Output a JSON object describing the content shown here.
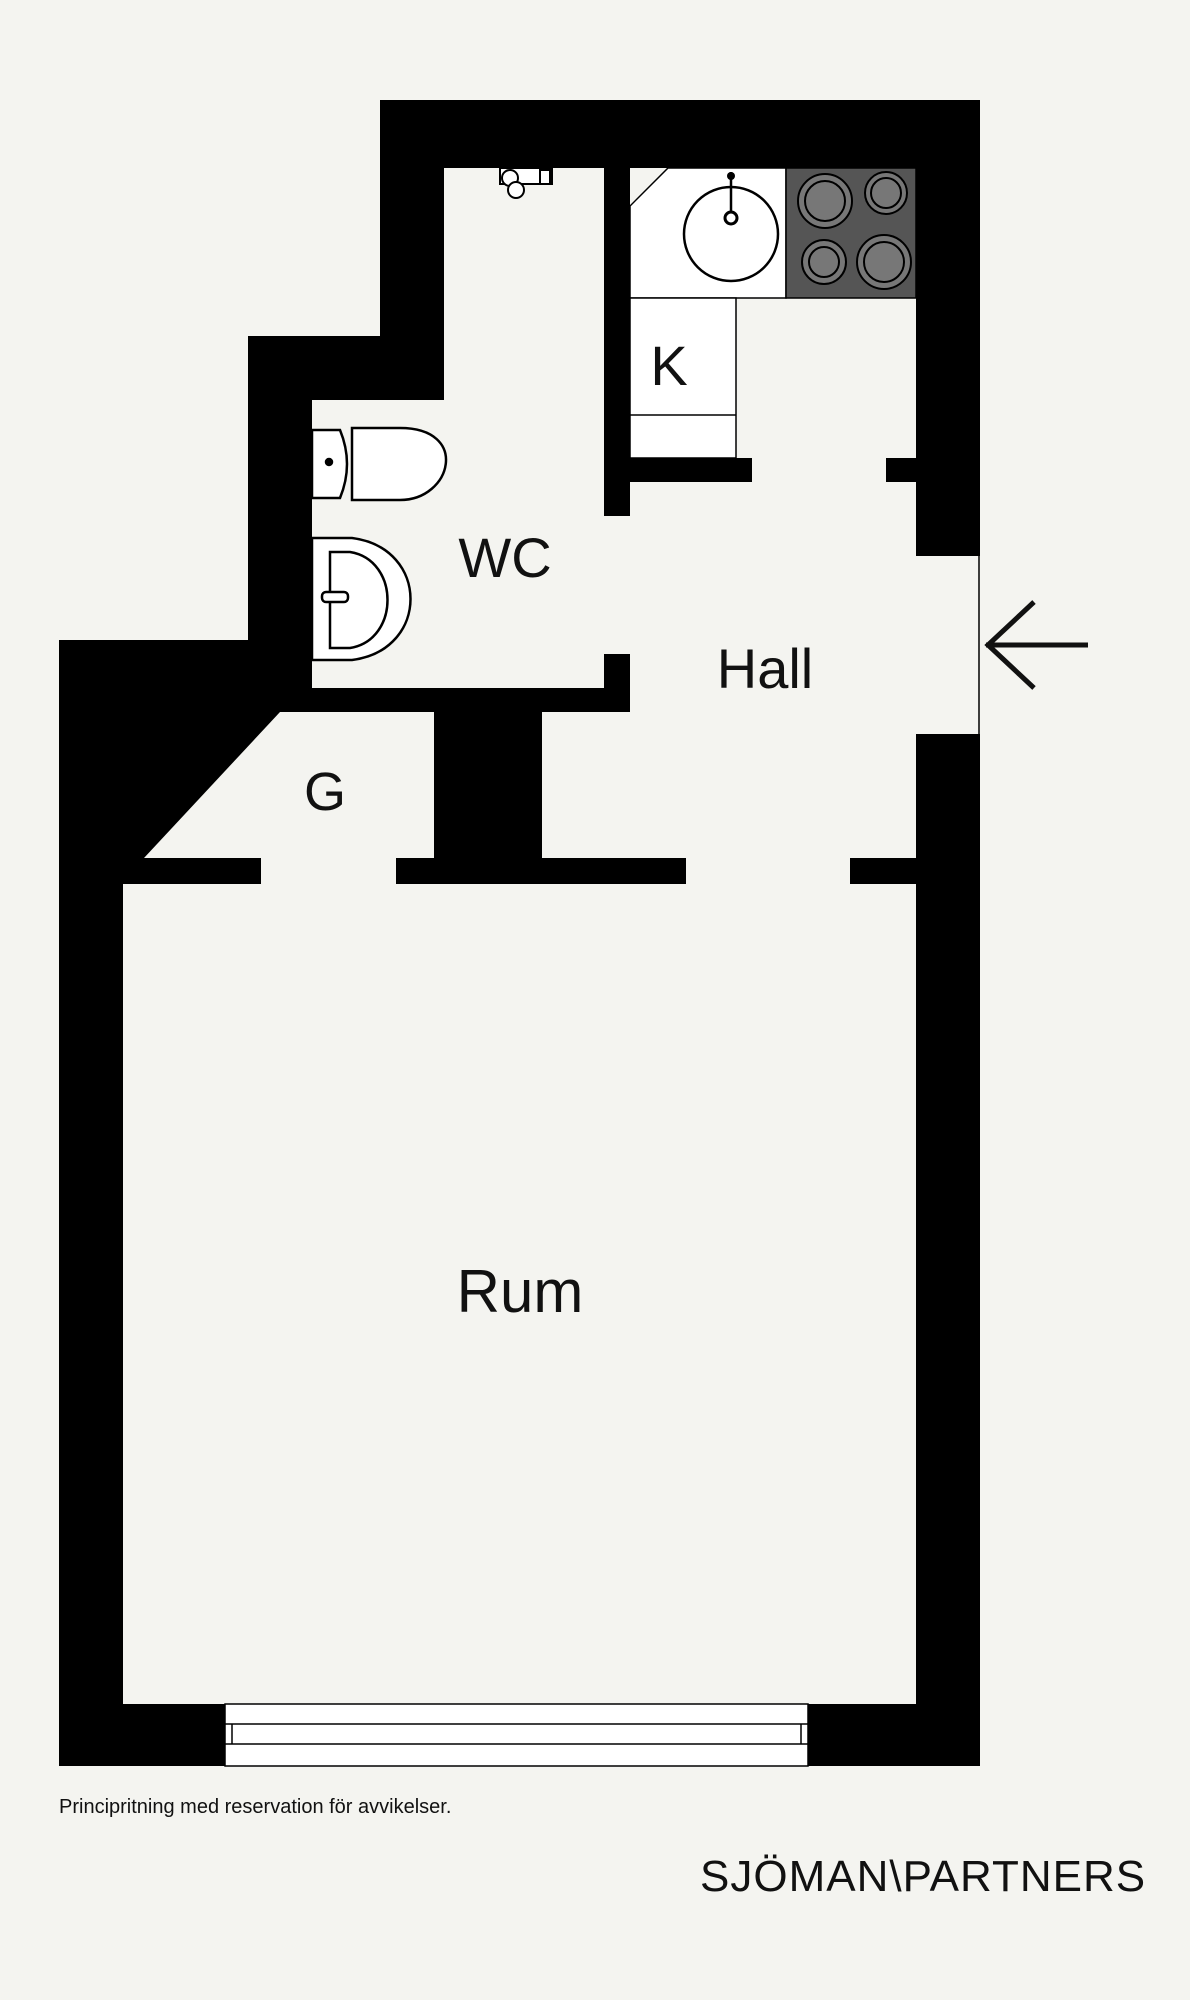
{
  "rooms": {
    "wc": "WC",
    "kitchen": "K",
    "hall": "Hall",
    "storage": "G",
    "main_room": "Rum"
  },
  "footer": {
    "disclaimer": "Principritning med reservation för avvikelser."
  },
  "brand": {
    "name": "SJÖMAN\\PARTNERS"
  },
  "icons": [
    "toilet-icon",
    "washbasin-icon",
    "kitchen-sink-icon",
    "stove-icon",
    "shower-mixer-icon",
    "entrance-arrow-icon"
  ],
  "colors": {
    "background": "#f4f4f0",
    "wall": "#000000",
    "stove": "#555555",
    "fixture": "#ffffff"
  }
}
